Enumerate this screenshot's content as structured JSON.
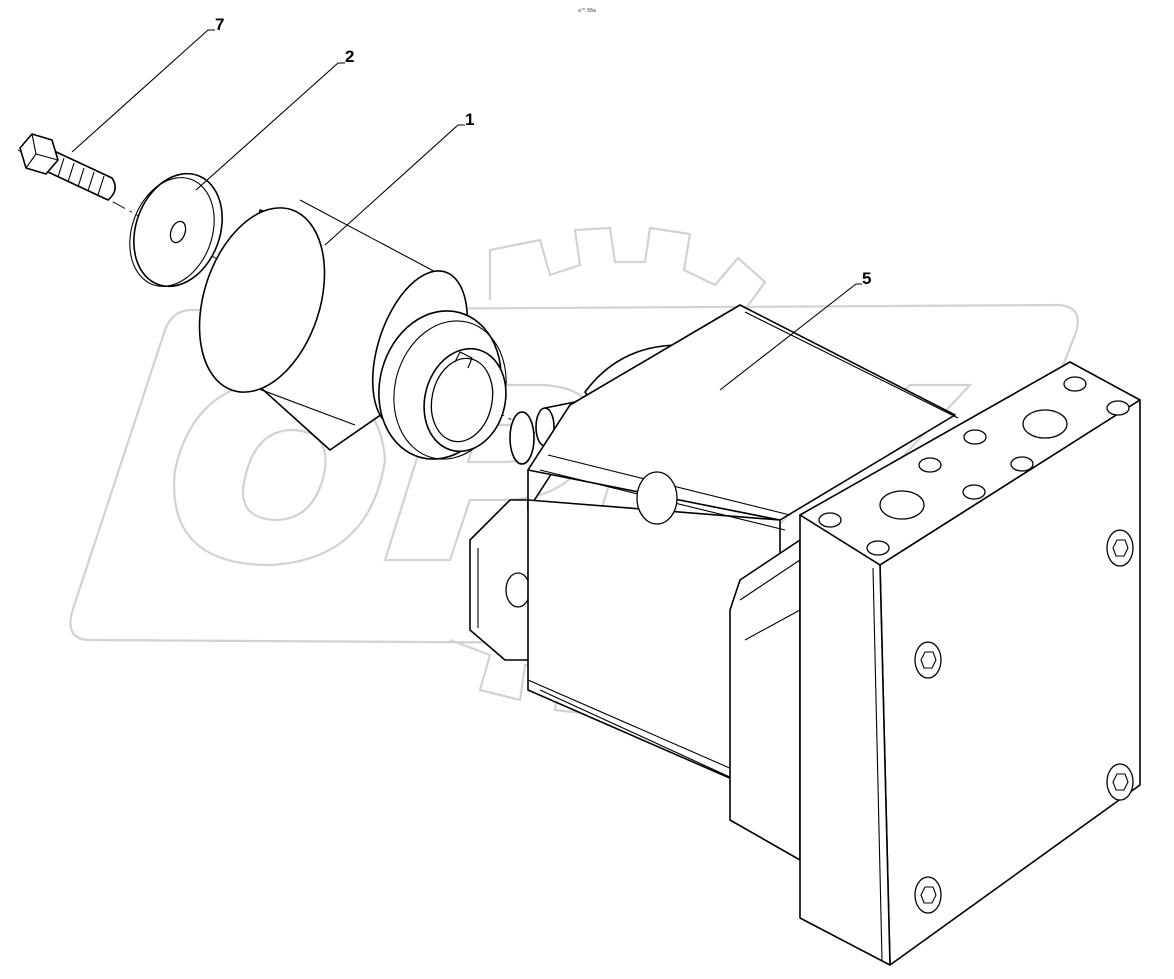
{
  "header": {
    "code": "a¹⁰ 3ба"
  },
  "watermark": {
    "text": "OPEX",
    "color": "#d2d2d2"
  },
  "callouts": [
    {
      "id": "callout-7",
      "label": "7",
      "part": "hex-bolt"
    },
    {
      "id": "callout-2",
      "label": "2",
      "part": "washer"
    },
    {
      "id": "callout-1",
      "label": "1",
      "part": "coupling"
    },
    {
      "id": "callout-5",
      "label": "5",
      "part": "hydraulic-motor"
    }
  ],
  "colors": {
    "line": "#000000",
    "background": "#ffffff",
    "watermark": "#d2d2d2"
  }
}
